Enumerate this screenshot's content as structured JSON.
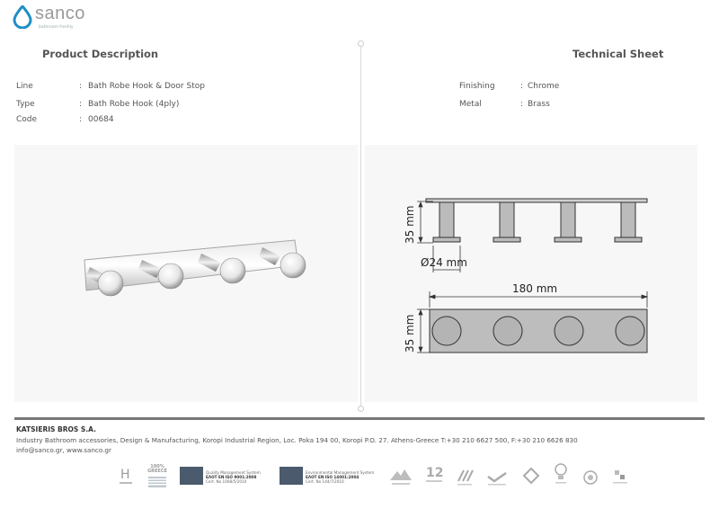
{
  "brand": {
    "name": "sanco",
    "tagline": "bathroom freshly"
  },
  "sections": {
    "left_title": "Product Description",
    "right_title": "Technical Sheet"
  },
  "product": [
    {
      "label": "Line",
      "value": "Bath Robe Hook & Door Stop"
    },
    {
      "label": "Type",
      "value": "Bath Robe Hook (4ply)"
    },
    {
      "label": "Code",
      "value": "00684"
    }
  ],
  "technical": [
    {
      "label": "Finishing",
      "value": "Chrome"
    },
    {
      "label": "Metal",
      "value": "Brass"
    }
  ],
  "drawing": {
    "height_label_top": "35 mm",
    "diameter_label": "Ø24 mm",
    "width_label": "180 mm",
    "height_label_bottom": "35 mm"
  },
  "footer": {
    "company": "KATSIERIS BROS S.A.",
    "address": "Industry Bathroom accessories, Design & Manufacturing, Koropi Industrial Region, Loc. Poka 194 00, Koropi P.O. 27. Athens-Greece   T:+30 210 6627 500, F:+30 210 6626 830",
    "contact": "info@sanco.gr, www.sanco.gr"
  },
  "certifications": {
    "iso9001_title": "Quality Management System",
    "iso9001_name": "ΕΛΟΤ EN ISO 9001:2008",
    "iso9001_cert": "Cert. No 1008/5/2010",
    "iso14001_title": "Environmental Management System",
    "iso14001_name": "ΕΛΟΤ EN ISO 14001:2004",
    "iso14001_cert": "Cert. No 144/7/2010",
    "greece_badge": "100% GREECE",
    "years_badge": "12"
  },
  "colors": {
    "accent": "#1e8fc6",
    "footer_bar": "#777777",
    "panel": "#f7f7f7"
  }
}
